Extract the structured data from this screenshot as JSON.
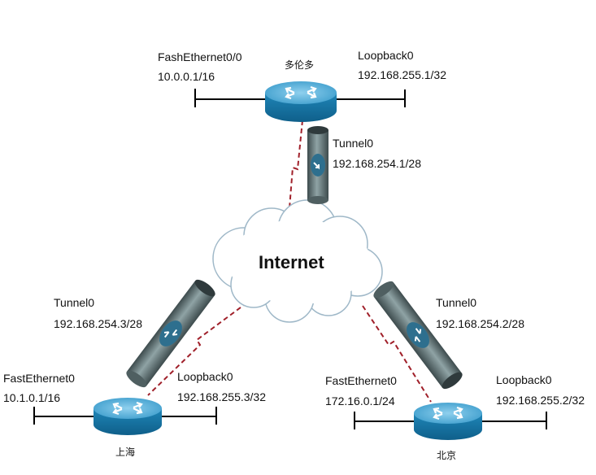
{
  "cloud": {
    "label": "Internet"
  },
  "routers": {
    "toronto": {
      "name": "多伦多",
      "lan": {
        "iface": "FashEthernet0/0",
        "ip": "10.0.0.1/16"
      },
      "loopback": {
        "iface": "Loopback0",
        "ip": "192.168.255.1/32"
      },
      "tunnel": {
        "iface": "Tunnel0",
        "ip": "192.168.254.1/28"
      }
    },
    "shanghai": {
      "name": "上海",
      "lan": {
        "iface": "FastEthernet0",
        "ip": "10.1.0.1/16"
      },
      "loopback": {
        "iface": "Loopback0",
        "ip": "192.168.255.3/32"
      },
      "tunnel": {
        "iface": "Tunnel0",
        "ip": "192.168.254.3/28"
      }
    },
    "beijing": {
      "name": "北京",
      "lan": {
        "iface": "FastEthernet0",
        "ip": "172.16.0.1/24"
      },
      "loopback": {
        "iface": "Loopback0",
        "ip": "192.168.255.2/32"
      },
      "tunnel": {
        "iface": "Tunnel0",
        "ip": "192.168.254.2/28"
      }
    }
  },
  "colors": {
    "router_body": "#1a78a8",
    "router_top": "#5fb3da",
    "tunnel_body": "#6f8385",
    "tunnel_badge": "#2e6f8e",
    "dashed_link": "#a0202a",
    "cloud_fill": "#ffffff",
    "cloud_stroke": "#9fb8c8"
  }
}
